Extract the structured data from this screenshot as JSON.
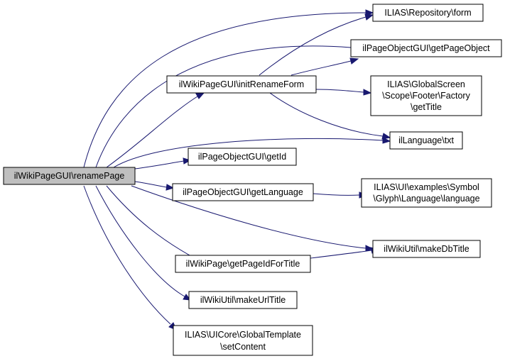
{
  "nodes": {
    "root": {
      "lines": [
        "ilWikiPageGUI\\renamePage"
      ]
    },
    "initRenameForm": {
      "lines": [
        "ilWikiPageGUI\\initRenameForm"
      ]
    },
    "getId": {
      "lines": [
        "ilPageObjectGUI\\getId"
      ]
    },
    "getLanguage": {
      "lines": [
        "ilPageObjectGUI\\getLanguage"
      ]
    },
    "getPageIdForTitle": {
      "lines": [
        "ilWikiPage\\getPageIdForTitle"
      ]
    },
    "makeUrlTitle": {
      "lines": [
        "ilWikiUtil\\makeUrlTitle"
      ]
    },
    "setContent": {
      "lines": [
        "ILIAS\\UICore\\GlobalTemplate",
        "\\setContent"
      ]
    },
    "form": {
      "lines": [
        "ILIAS\\Repository\\form"
      ]
    },
    "getPageObject": {
      "lines": [
        "ilPageObjectGUI\\getPageObject"
      ]
    },
    "footerGetTitle": {
      "lines": [
        "ILIAS\\GlobalScreen",
        "\\Scope\\Footer\\Factory",
        "\\getTitle"
      ]
    },
    "txt": {
      "lines": [
        "ilLanguage\\txt"
      ]
    },
    "symbolLanguage": {
      "lines": [
        "ILIAS\\UI\\examples\\Symbol",
        "\\Glyph\\Language\\language"
      ]
    },
    "makeDbTitle": {
      "lines": [
        "ilWikiUtil\\makeDbTitle"
      ]
    }
  }
}
